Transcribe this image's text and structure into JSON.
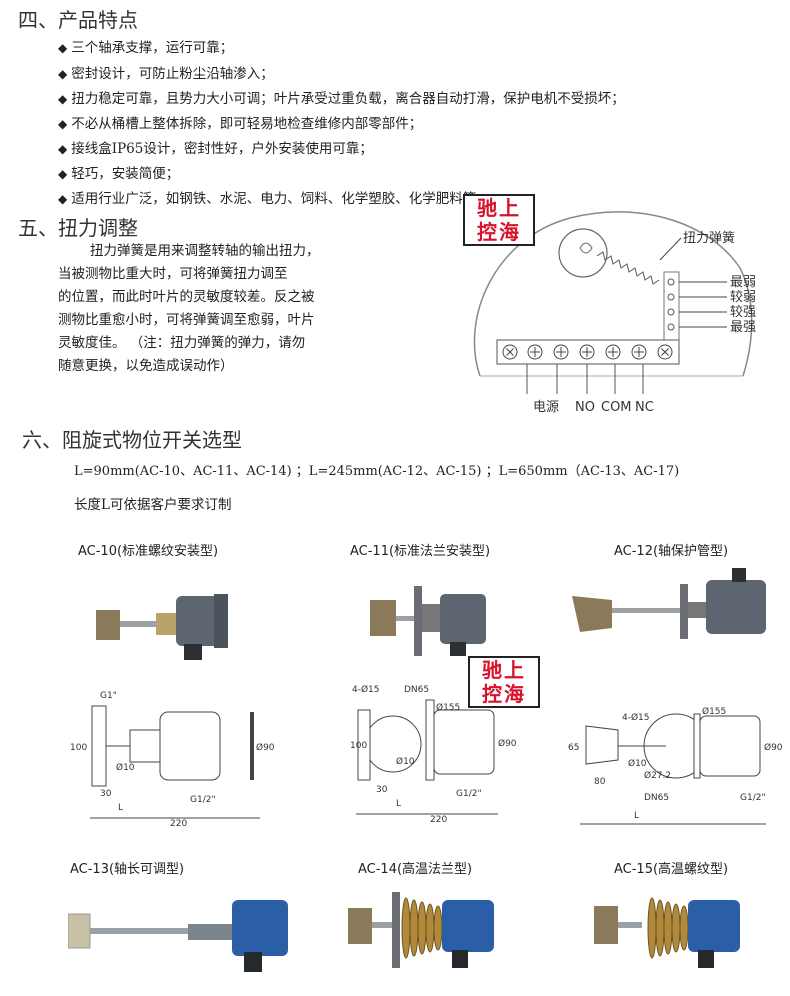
{
  "section4": {
    "title": "四、产品特点",
    "bullet": "◆",
    "items": [
      "三个轴承支撑，运行可靠；",
      "密封设计，可防止粉尘沿轴渗入；",
      "扭力稳定可靠，且势力大小可调；叶片承受过重负载，离合器自动打滑，保护电机不受损坏；",
      "不必从桶槽上整体拆除，即可轻易地检查维修内部零部件；",
      "接线盒IP65设计，密封性好，户外安装使用可靠；",
      "轻巧，安装简便；",
      "适用行业广泛，如钢铁、水泥、电力、饲料、化学塑胶、化学肥料等。"
    ]
  },
  "section5": {
    "title": "五、扭力调整",
    "paragraph": [
      "扭力弹簧是用来调整转轴的输出扭力，",
      "当被测物比重大时，可将弹簧扭力调至",
      "的位置，而此时叶片的灵敏度较差。反之被",
      "测物比重愈小时，可将弹簧调至愈弱，叶片",
      "灵敏度佳。  （注：扭力弹簧的弹力，请勿",
      "随意更换，以免造成误动作）"
    ],
    "diagram": {
      "spring_label": "扭力弹簧",
      "levels": [
        "最弱",
        "较弱",
        "较强",
        "最强"
      ],
      "terminals": [
        "电源",
        "NO",
        "COM",
        "NC"
      ]
    }
  },
  "stamp": {
    "line1": "驰上",
    "line2": "控海"
  },
  "section6": {
    "title": "六、阻旋式物位开关选型",
    "lengths": "L=90mm(AC-10、AC-11、AC-14) ；L=245mm(AC-12、AC-15) ；L=650mm（AC-13、AC-17)",
    "note": "长度L可依据客户要求订制",
    "models_top": [
      {
        "name": "AC-10(标准螺纹安装型)"
      },
      {
        "name": "AC-11(标准法兰安装型)"
      },
      {
        "name": "AC-12(轴保护管型)"
      }
    ],
    "models_bottom": [
      {
        "name": "AC-13(轴长可调型)"
      },
      {
        "name": "AC-14(高温法兰型)"
      },
      {
        "name": "AC-15(高温螺纹型)"
      }
    ],
    "dims": {
      "d1": {
        "g": "G1\"",
        "h": "100",
        "d10": "Ø10",
        "d90": "Ø90",
        "w30": "30",
        "l": "L",
        "w220": "220",
        "g2": "G1/2\""
      },
      "d2": {
        "holes": "4-Ø15",
        "dn": "DN65",
        "d155": "Ø155",
        "h": "100",
        "d10": "Ø10",
        "d90": "Ø90",
        "w30": "30",
        "l": "L",
        "w220": "220",
        "g2": "G1/2\""
      },
      "d3": {
        "holes": "4-Ø15",
        "d155": "Ø155",
        "h": "65",
        "d10": "Ø10",
        "d27": "Ø27.2",
        "d90": "Ø90",
        "w80": "80",
        "dn": "DN65",
        "l": "L",
        "g2": "G1/2\""
      }
    }
  },
  "colors": {
    "stamp_red": "#d8122b",
    "housing_gray": "#5d6670",
    "housing_blue": "#2a5fa8",
    "paddle": "#8a7a5a"
  }
}
